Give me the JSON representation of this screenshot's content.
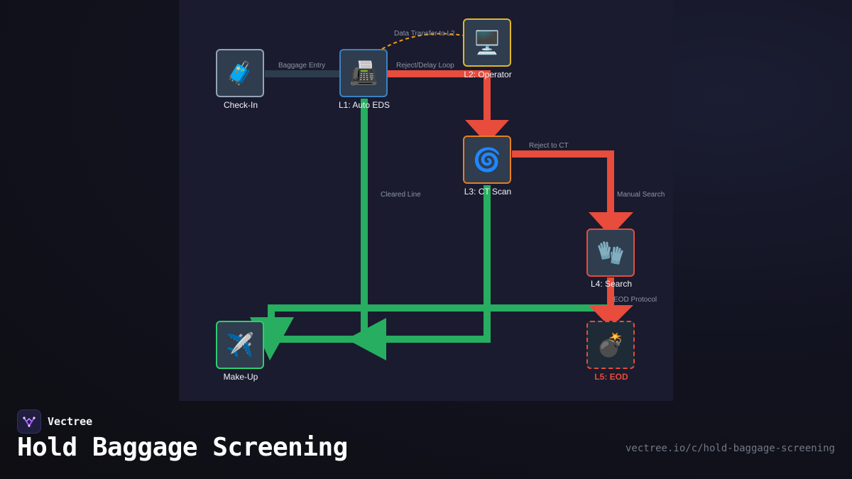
{
  "title": "Hold Baggage Screening",
  "brand": {
    "name": "Vectree"
  },
  "url": "vectree.io/c/hold-baggage-screening",
  "colors": {
    "panel": "#1a1b2e",
    "node_fill": "#2f3d4f",
    "entry": "#2c3b4e",
    "reject": "#e74c3c",
    "cleared": "#27ae60",
    "data_transfer": "#f39c12",
    "eod": "#e74c3c"
  },
  "nodes": {
    "checkin": {
      "label": "Check-In",
      "icon": "luggage-icon",
      "glyph": "🧳",
      "border": "#94a3b8"
    },
    "eds": {
      "label": "L1: Auto EDS",
      "icon": "fax-machine-icon",
      "glyph": "📠",
      "border": "#3b82c4"
    },
    "operator": {
      "label": "L2: Operator",
      "icon": "desktop-computer-icon",
      "glyph": "🖥️",
      "border": "#e0b62a"
    },
    "ct": {
      "label": "L3: CT Scan",
      "icon": "cyclone-icon",
      "glyph": "🌀",
      "border": "#e67e22"
    },
    "search": {
      "label": "L4: Search",
      "icon": "gloves-icon",
      "glyph": "🧤",
      "border": "#e74c3c"
    },
    "eod": {
      "label": "L5: EOD",
      "icon": "bomb-icon",
      "glyph": "💣",
      "border": "#e74c3c"
    },
    "makeup": {
      "label": "Make-Up",
      "icon": "airplane-icon",
      "glyph": "✈️",
      "border": "#2ecc71"
    }
  },
  "edges": {
    "baggage_entry": "Baggage Entry",
    "reject_delay": "Reject/Delay Loop",
    "data_transfer": "Data Transfer to L2",
    "reject_ct": "Reject to CT",
    "cleared": "Cleared Line",
    "manual_search": "Manual Search",
    "eod_protocol": "EOD Protocol"
  }
}
